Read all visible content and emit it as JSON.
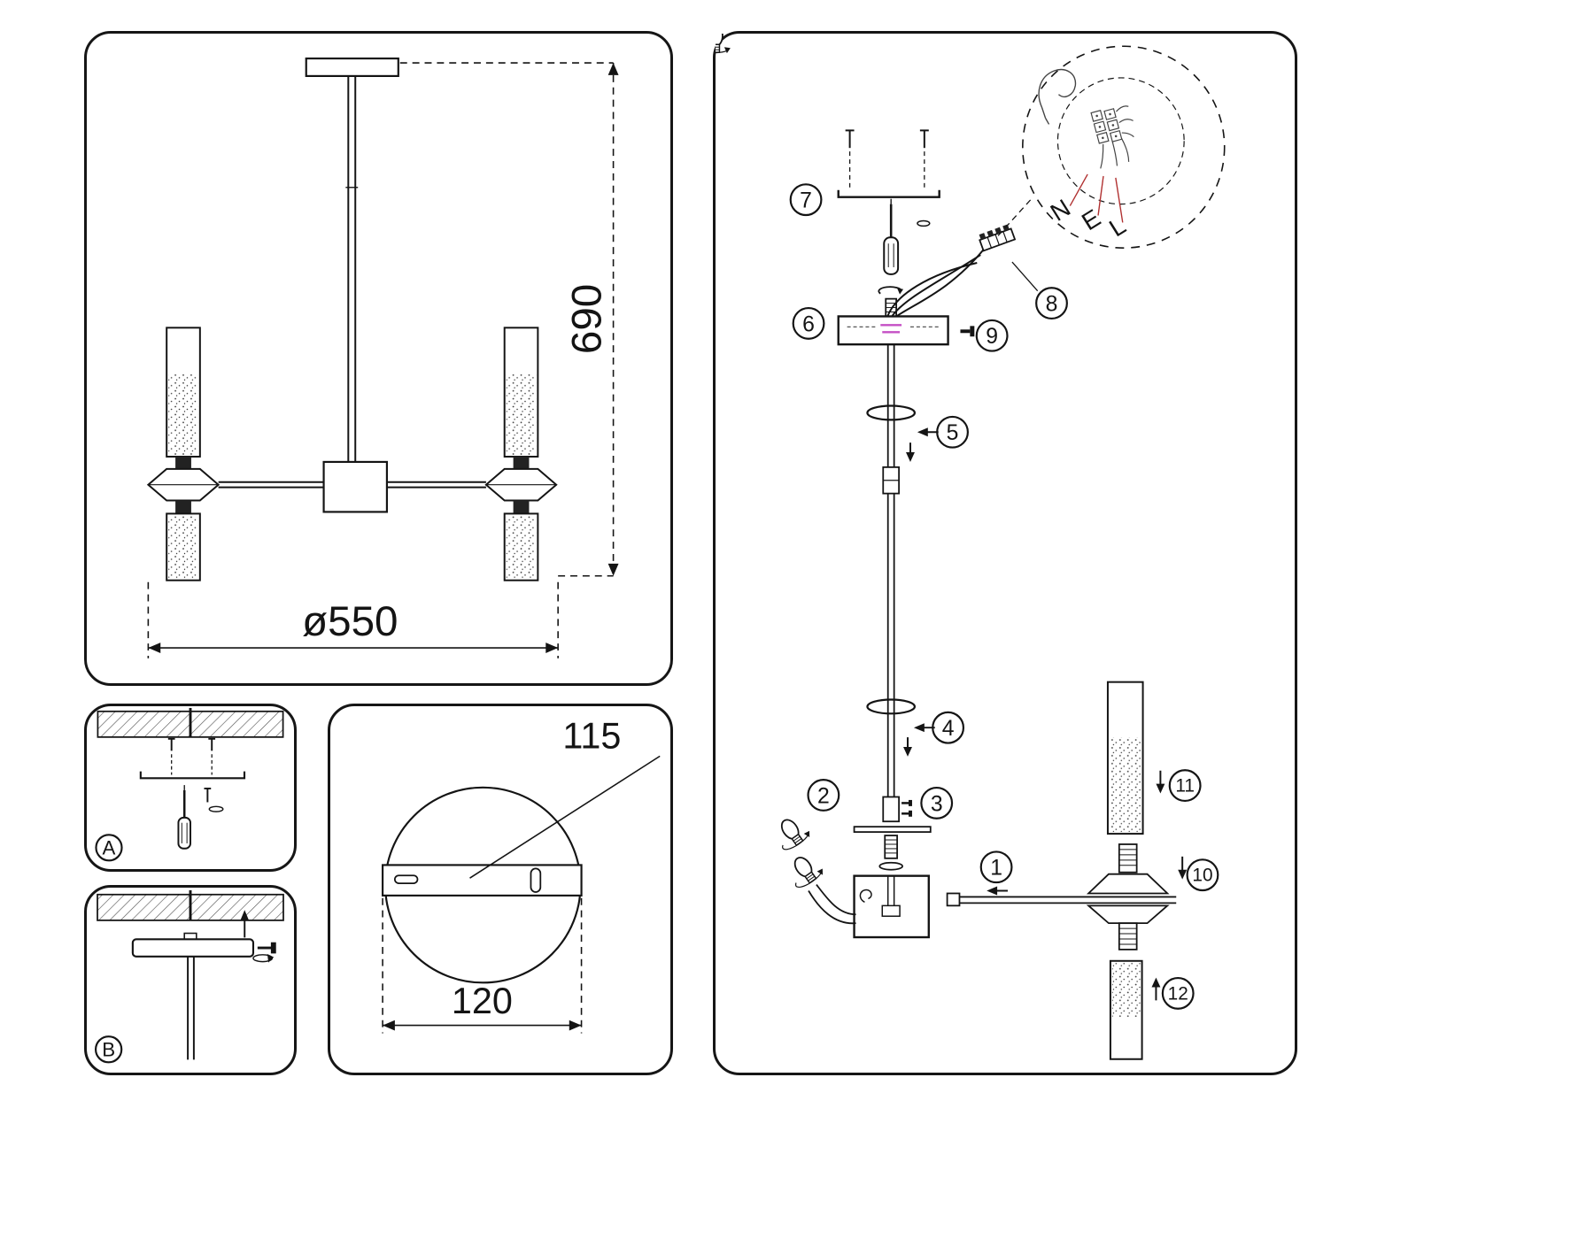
{
  "overview": {
    "height_dim": "690",
    "diameter_dim": "ø550"
  },
  "detail_a": {
    "label": "A"
  },
  "detail_b": {
    "label": "B"
  },
  "canopy_detail": {
    "hole_spacing_dim": "115",
    "plate_width_dim": "120"
  },
  "assembly": {
    "steps": [
      "1",
      "2",
      "3",
      "4",
      "5",
      "6",
      "7",
      "8",
      "9",
      "10",
      "11",
      "12"
    ],
    "wire_labels": {
      "n": "N",
      "e": "E",
      "l": "L"
    }
  }
}
